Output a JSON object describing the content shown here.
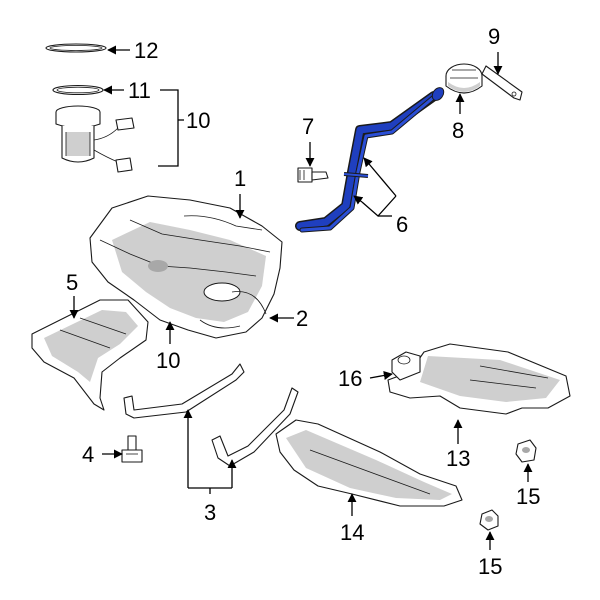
{
  "callouts": {
    "c1": "1",
    "c2": "2",
    "c3": "3",
    "c4": "4",
    "c5": "5",
    "c6": "6",
    "c7": "7",
    "c8": "8",
    "c9": "9",
    "c10_top": "10",
    "c10_mid": "10",
    "c11": "11",
    "c12": "12",
    "c13": "13",
    "c14": "14",
    "c15_right": "15",
    "c15_bottom": "15",
    "c16": "16"
  },
  "colors": {
    "highlight": "#1f3fbf",
    "line": "#000000",
    "shade": "#cfcfcf"
  }
}
